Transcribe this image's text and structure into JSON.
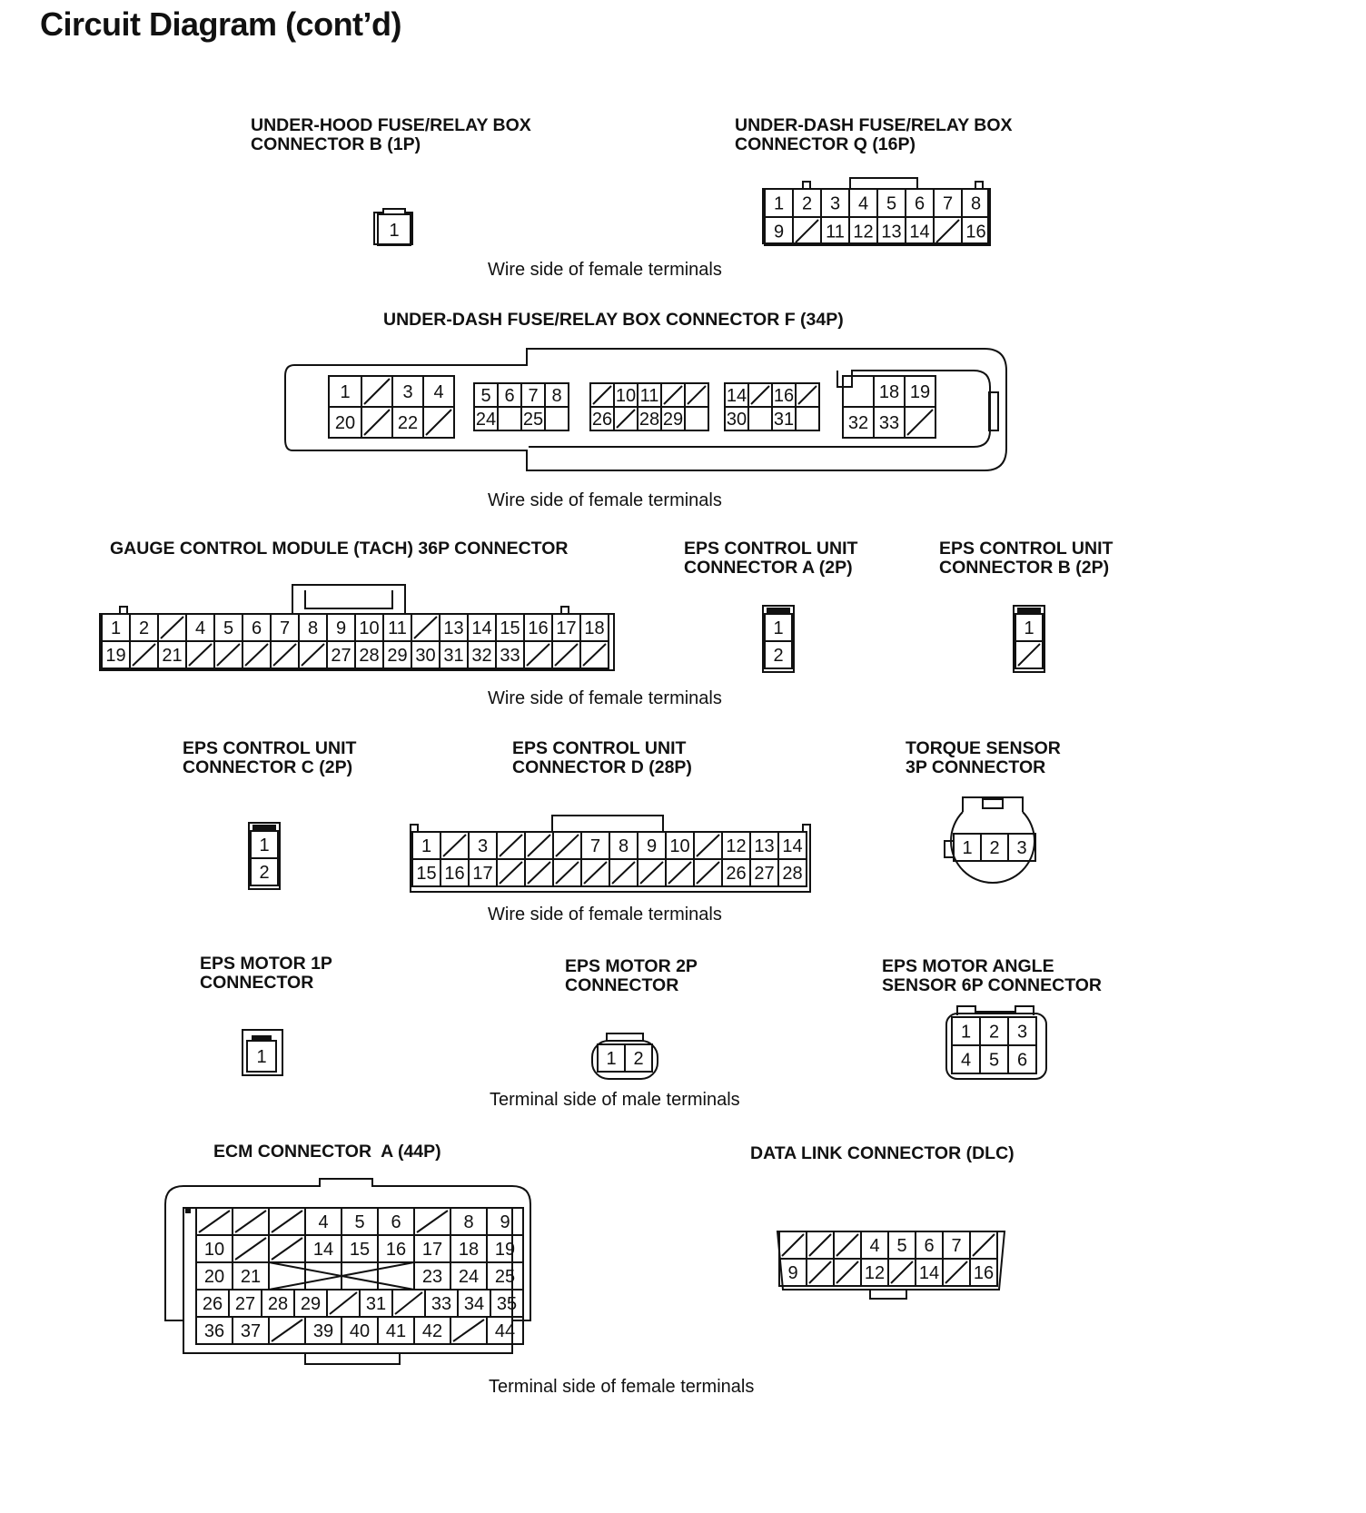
{
  "page_title": "Circuit Diagram (cont’d)",
  "captions": {
    "wire_side_female": "Wire side of female terminals",
    "terminal_side_male": "Terminal side of male terminals",
    "terminal_side_female": "Terminal side of female terminals"
  },
  "connectors": [
    {
      "id": "uh-b",
      "label": "UNDER-HOOD FUSE/RELAY BOX\nCONNECTOR B (1P)",
      "rows": [
        [
          "1"
        ]
      ]
    },
    {
      "id": "ud-q",
      "label": "UNDER-DASH FUSE/RELAY BOX\nCONNECTOR Q (16P)",
      "rows": [
        [
          "1",
          "2",
          "3",
          "4",
          "5",
          "6",
          "7",
          "8"
        ],
        [
          "9",
          "/",
          "11",
          "12",
          "13",
          "14",
          "/",
          "16"
        ]
      ]
    },
    {
      "id": "ud-f",
      "label": "UNDER-DASH FUSE/RELAY BOX CONNECTOR F (34P)",
      "groups": [
        {
          "rows": [
            [
              "1",
              "/",
              "3",
              "4"
            ],
            [
              "20",
              "/",
              "22",
              "/"
            ]
          ]
        },
        {
          "rows": [
            [
              "5",
              "6",
              "7",
              "8"
            ],
            [
              "24",
              "",
              "25",
              ""
            ]
          ]
        },
        {
          "rows": [
            [
              "/",
              "10",
              "11",
              "/",
              "/"
            ],
            [
              "26",
              "/",
              "28",
              "29",
              ""
            ]
          ]
        },
        {
          "rows": [
            [
              "14",
              "/",
              "16",
              "/"
            ],
            [
              "30",
              "",
              "31",
              ""
            ]
          ]
        },
        {
          "rows": [
            [
              "",
              "18",
              "19"
            ],
            [
              "32",
              "33",
              "/"
            ]
          ]
        }
      ]
    },
    {
      "id": "gcm",
      "label": "GAUGE CONTROL MODULE (TACH) 36P CONNECTOR",
      "rows": [
        [
          "1",
          "2",
          "/",
          "4",
          "5",
          "6",
          "7",
          "8",
          "9",
          "10",
          "11",
          "/",
          "13",
          "14",
          "15",
          "16",
          "17",
          "18"
        ],
        [
          "19",
          "/",
          "21",
          "/",
          "/",
          "/",
          "/",
          "/",
          "27",
          "28",
          "29",
          "30",
          "31",
          "32",
          "33",
          "/",
          "/",
          "/"
        ]
      ]
    },
    {
      "id": "eps-a",
      "label": "EPS CONTROL UNIT\nCONNECTOR A (2P)",
      "rows": [
        [
          "1"
        ],
        [
          "2"
        ]
      ]
    },
    {
      "id": "eps-b",
      "label": "EPS CONTROL UNIT\nCONNECTOR B (2P)",
      "rows": [
        [
          "1"
        ],
        [
          "/"
        ]
      ]
    },
    {
      "id": "eps-c",
      "label": "EPS CONTROL UNIT\nCONNECTOR C (2P)",
      "rows": [
        [
          "1"
        ],
        [
          "2"
        ]
      ]
    },
    {
      "id": "eps-d",
      "label": "EPS CONTROL UNIT\nCONNECTOR D (28P)",
      "rows": [
        [
          "1",
          "/",
          "3",
          "/",
          "/",
          "/",
          "7",
          "8",
          "9",
          "10",
          "/",
          "12",
          "13",
          "14"
        ],
        [
          "15",
          "16",
          "17",
          "/",
          "/",
          "/",
          "/",
          "/",
          "/",
          "/",
          "/",
          "26",
          "27",
          "28"
        ]
      ]
    },
    {
      "id": "torque",
      "label": "TORQUE SENSOR\n3P CONNECTOR",
      "rows": [
        [
          "1",
          "2",
          "3"
        ]
      ]
    },
    {
      "id": "mot1p",
      "label": "EPS MOTOR 1P\nCONNECTOR",
      "rows": [
        [
          "1"
        ]
      ]
    },
    {
      "id": "mot2p",
      "label": "EPS MOTOR 2P\nCONNECTOR",
      "rows": [
        [
          "1",
          "2"
        ]
      ]
    },
    {
      "id": "angle",
      "label": "EPS MOTOR ANGLE\nSENSOR 6P CONNECTOR",
      "rows": [
        [
          "1",
          "2",
          "3"
        ],
        [
          "4",
          "5",
          "6"
        ]
      ]
    },
    {
      "id": "ecm-a",
      "label": "ECM CONNECTOR  A (44P)",
      "rows": [
        [
          "/",
          "/",
          "/",
          "4",
          "5",
          "6",
          "/",
          "8",
          "9"
        ],
        [
          "10",
          "/",
          "/",
          "14",
          "15",
          "16",
          "17",
          "18",
          "19"
        ],
        [
          "20",
          "21",
          "",
          "",
          "",
          "",
          "23",
          "24",
          "25"
        ],
        [
          "26",
          "27",
          "28",
          "29",
          "/",
          "31",
          "/",
          "33",
          "34",
          "35"
        ],
        [
          "36",
          "37",
          "/",
          "39",
          "40",
          "41",
          "42",
          "/",
          "44"
        ]
      ]
    },
    {
      "id": "dlc",
      "label": "DATA LINK CONNECTOR (DLC)",
      "rows": [
        [
          "/",
          "/",
          "/",
          "4",
          "5",
          "6",
          "7",
          "/"
        ],
        [
          "9",
          "/",
          "/",
          "12",
          "/",
          "14",
          "/",
          "16"
        ]
      ]
    }
  ]
}
